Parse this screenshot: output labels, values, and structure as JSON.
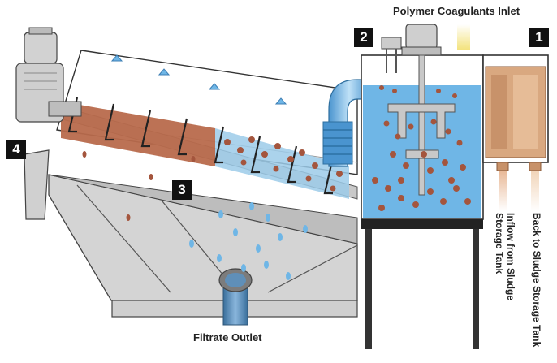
{
  "labels": {
    "polymer_inlet": "Polymer Coagulants Inlet",
    "filtrate_outlet": "Filtrate Outlet",
    "back_to_storage": "Back to Sludge Storage Tank",
    "inflow_from_storage": "Inflow from Sludge Storage Tank"
  },
  "markers": [
    "1",
    "2",
    "3",
    "4"
  ],
  "icons": {
    "screw_press": "dewatering-screw-icon",
    "mixing_tank": "flocculation-tank-icon",
    "motor": "drive-motor-icon",
    "agitator": "agitator-icon"
  },
  "colors": {
    "sludge": "#b86a4c",
    "water": "#6fb6e6",
    "floc": "#a4553d",
    "steel": "#cfcfcf",
    "outline": "#333333"
  }
}
